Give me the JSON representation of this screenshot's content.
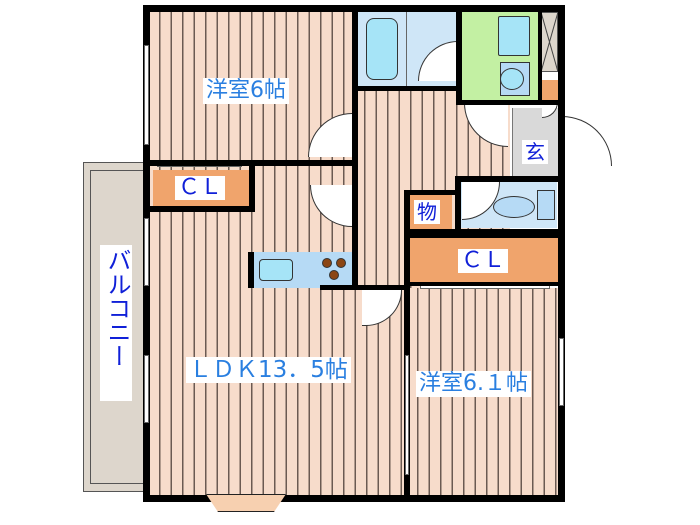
{
  "floorplan": {
    "rooms": {
      "western_room_1": {
        "label": "洋室6帖"
      },
      "ldk": {
        "label": "ＬＤＫ13．5帖"
      },
      "western_room_2": {
        "label": "洋室6.１帖"
      },
      "entrance": {
        "label": "玄"
      },
      "storage": {
        "label": "物"
      },
      "balcony": {
        "label": "バルコニー"
      },
      "closet_1": {
        "label": "ＣＬ"
      },
      "closet_2": {
        "label": "ＣＬ"
      }
    },
    "fixtures": [
      "bathtub",
      "washbasin",
      "toilet",
      "washing-machine-space",
      "kitchen-sink",
      "stove",
      "shoe-cabinet"
    ],
    "colors": {
      "floor": "#f7dccb",
      "closet": "#f0a46c",
      "bath": "#cfe6f7",
      "washroom": "#c3f0a3",
      "entrance": "#d9d9d9",
      "balcony": "#ddd6cc",
      "label_text": "#2a7fe0",
      "label_text_dark": "#1020d8"
    }
  }
}
